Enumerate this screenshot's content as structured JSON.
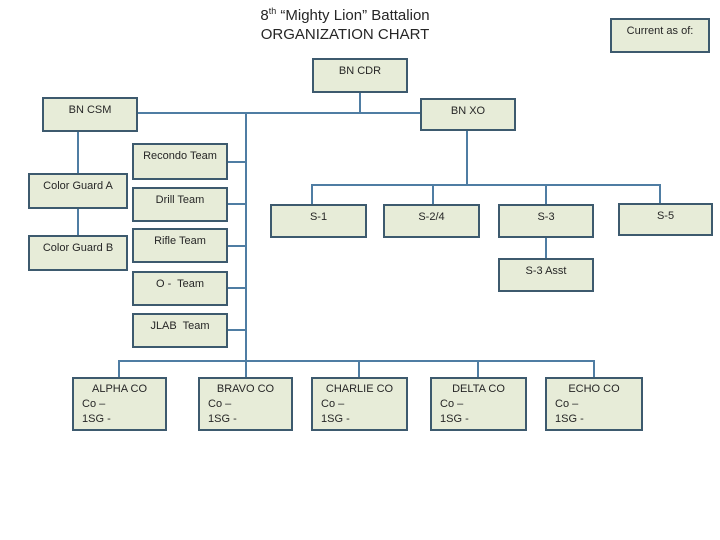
{
  "title": {
    "num": "8",
    "sup": "th",
    "rest": " “Mighty Lion” Battalion",
    "line2": "ORGANIZATION CHART"
  },
  "current_as_of": {
    "label": "Current as of:"
  },
  "nodes": {
    "bn_cdr": {
      "label": "BN CDR"
    },
    "bn_csm": {
      "label": "BN CSM"
    },
    "bn_xo": {
      "label": "BN XO"
    },
    "color_guard_a": {
      "label": "Color Guard A"
    },
    "color_guard_b": {
      "label": "Color Guard B"
    },
    "recondo_team": {
      "label": "Recondo Team"
    },
    "drill_team": {
      "label": "Drill Team"
    },
    "rifle_team": {
      "label": "Rifle Team"
    },
    "o_team": {
      "label": "O -  Team"
    },
    "jlab_team": {
      "label": "JLAB  Team"
    },
    "s1": {
      "label": "S-1"
    },
    "s2_4": {
      "label": "S-2/4"
    },
    "s3": {
      "label": "S-3"
    },
    "s5": {
      "label": "S-5"
    },
    "s3_asst": {
      "label": "S-3 Asst"
    }
  },
  "companies": {
    "alpha": {
      "name": "ALPHA CO",
      "co_line": "Co –",
      "sg_line": "1SG -"
    },
    "bravo": {
      "name": "BRAVO CO",
      "co_line": "Co –",
      "sg_line": "1SG -"
    },
    "charlie": {
      "name": "CHARLIE CO",
      "co_line": "Co –",
      "sg_line": "1SG -"
    },
    "delta": {
      "name": "DELTA CO",
      "co_line": "Co –",
      "sg_line": "1SG -"
    },
    "echo": {
      "name": "ECHO CO",
      "co_line": "Co –",
      "sg_line": "1SG -"
    }
  },
  "colors": {
    "box_fill": "#e7ecd8",
    "box_border": "#3d5a6e",
    "connector": "#4f7da3",
    "text": "#262626"
  }
}
